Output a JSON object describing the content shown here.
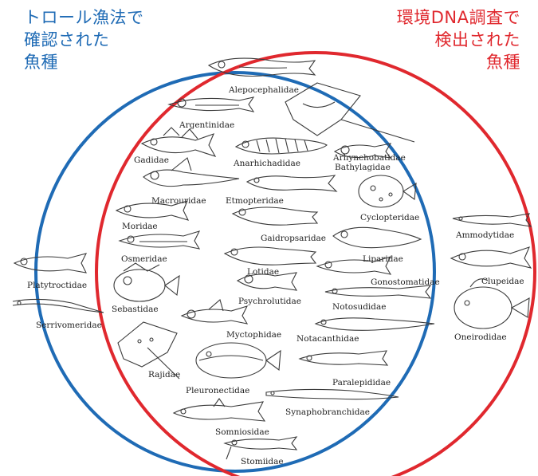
{
  "titles": {
    "trawl": "トロール漁法で\n確認された\n魚種",
    "edna": "環境DNA調査で\n検出された\n魚種"
  },
  "colors": {
    "trawl": "#1f6bb5",
    "edna": "#e0282e"
  },
  "families": {
    "alepocephalidae": "Alepocephalidae",
    "argentinidae": "Argentinidae",
    "arhynchobatidae": "Arhynchobatidae",
    "gadidae": "Gadidae",
    "anarhichadidae": "Anarhichadidae",
    "bathylagidae": "Bathylagidae",
    "macrouridae": "Macrouridae",
    "etmopteridae": "Etmopteridae",
    "cyclopteridae": "Cyclopteridae",
    "moridae": "Moridae",
    "gaidropsaridae": "Gaidropsaridae",
    "osmeridae": "Osmeridae",
    "liparidae": "Liparidae",
    "lotidae": "Lotidae",
    "gonostomatidae": "Gonostomatidae",
    "sebastidae": "Sebastidae",
    "psychrolutidae": "Psychrolutidae",
    "notosudidae": "Notosudidae",
    "myctophidae": "Myctophidae",
    "notacanthidae": "Notacanthidae",
    "rajidae": "Rajidae",
    "paralepididae": "Paralepididae",
    "pleuronectidae": "Pleuronectidae",
    "synaphobranchidae": "Synaphobranchidae",
    "somniosidae": "Somniosidae",
    "stomiidae": "Stomiidae",
    "platytroctidae": "Platytroctidae",
    "serrivomeridae": "Serrivomeridae",
    "ammodytidae": "Ammodytidae",
    "clupeidae": "Clupeidae",
    "oneirodidae": "Oneirodidae"
  }
}
